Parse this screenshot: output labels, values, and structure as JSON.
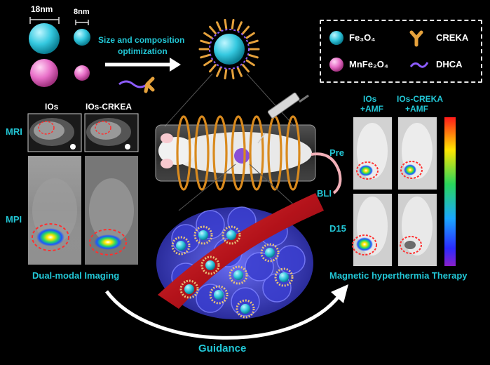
{
  "particles": {
    "size_large": "18nm",
    "size_small": "8nm"
  },
  "optimization_label_line1": "Size and composition",
  "optimization_label_line2": "optimization",
  "legend": {
    "items": [
      {
        "label": "Fe₃O₄",
        "icon": "cyan-sphere-icon"
      },
      {
        "label": "CREKA",
        "icon": "peptide-icon"
      },
      {
        "label": "MnFe₂O₄",
        "icon": "pink-sphere-icon"
      },
      {
        "label": "DHCA",
        "icon": "dhca-chain-icon"
      }
    ]
  },
  "left_panel": {
    "col_ios": "IOs",
    "col_ios_crekea": "IOs-CRKEA",
    "row_mri": "MRI",
    "row_mpi": "MPI",
    "caption": "Dual-modal Imaging"
  },
  "right_panel": {
    "col_ios_line1": "IOs",
    "col_ios_line2": "+AMF",
    "col_creka_line1": "IOs-CREKA",
    "col_creka_line2": "+AMF",
    "row_pre": "Pre",
    "row_d15": "D15",
    "bli": "BLI",
    "caption": "Magnetic hyperthermia Therapy"
  },
  "guidance": "Guidance",
  "colors": {
    "accent_text": "#22c7d6",
    "fe3o4": "#35c9e0",
    "mnfe2o4": "#e86fc8",
    "creka": "#e6a23c",
    "coil": "#d98a1e",
    "vessel": "#b3121a",
    "tumor": "#3b3fd0"
  }
}
